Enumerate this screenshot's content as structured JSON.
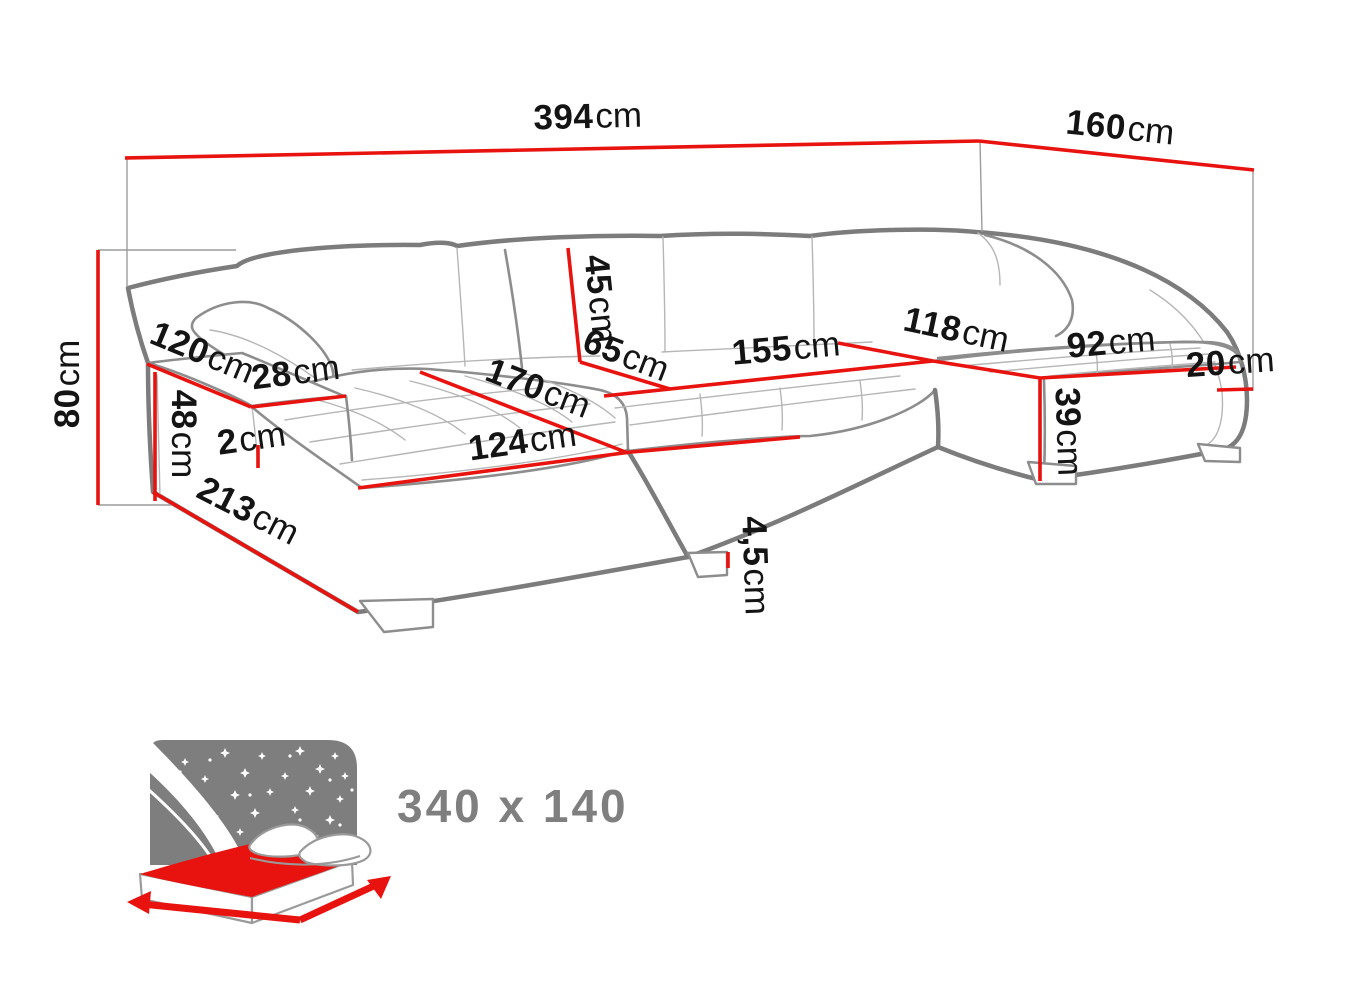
{
  "diagram": {
    "title": "corner-sofa-dimension-diagram",
    "measurements": [
      {
        "id": "overall-width",
        "value": "394",
        "unit": "cm"
      },
      {
        "id": "overall-depth-right",
        "value": "160",
        "unit": "cm"
      },
      {
        "id": "overall-height",
        "value": "80",
        "unit": "cm"
      },
      {
        "id": "left-arm-length",
        "value": "120",
        "unit": "cm"
      },
      {
        "id": "left-arm-width",
        "value": "28",
        "unit": "cm"
      },
      {
        "id": "base-height",
        "value": "48",
        "unit": "cm"
      },
      {
        "id": "arm-gap",
        "value": "2",
        "unit": "cm"
      },
      {
        "id": "chaise-length",
        "value": "213",
        "unit": "cm"
      },
      {
        "id": "chaise-seat-length",
        "value": "170",
        "unit": "cm"
      },
      {
        "id": "chaise-seat-width",
        "value": "124",
        "unit": "cm"
      },
      {
        "id": "backrest-height",
        "value": "45",
        "unit": "cm"
      },
      {
        "id": "seat-depth",
        "value": "65",
        "unit": "cm"
      },
      {
        "id": "middle-seat-width",
        "value": "155",
        "unit": "cm"
      },
      {
        "id": "right-seat-length",
        "value": "118",
        "unit": "cm"
      },
      {
        "id": "right-seat-width",
        "value": "92",
        "unit": "cm"
      },
      {
        "id": "right-arm-width",
        "value": "20",
        "unit": "cm"
      },
      {
        "id": "seat-height",
        "value": "39",
        "unit": "cm"
      },
      {
        "id": "leg-height",
        "value": "4,5",
        "unit": "cm"
      }
    ],
    "sleeping_area": {
      "label": "340 x 140"
    },
    "colors": {
      "dimension_red": "#e8130f",
      "outline_gray": "#7c7c7c",
      "icon_gray": "#7e7e7e",
      "label_black": "#141414",
      "size_text_gray": "#7f7f7f"
    }
  }
}
